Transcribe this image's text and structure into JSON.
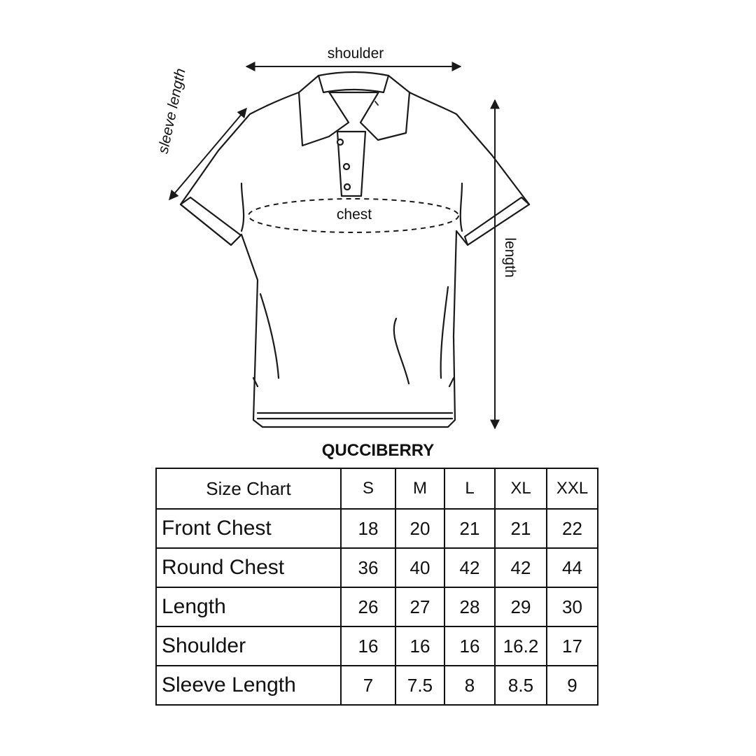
{
  "diagram": {
    "labels": {
      "shoulder": "shoulder",
      "sleeve_length": "sleeve length",
      "chest": "chest",
      "length": "length"
    },
    "line_color": "#1a1a1a"
  },
  "brand": "QUCCIBERRY",
  "size_chart": {
    "corner": "Size Chart",
    "sizes": [
      "S",
      "M",
      "L",
      "XL",
      "XXL"
    ],
    "rows": [
      {
        "label": "Front Chest",
        "values": [
          "18",
          "20",
          "21",
          "21",
          "22"
        ]
      },
      {
        "label": "Round Chest",
        "values": [
          "36",
          "40",
          "42",
          "42",
          "44"
        ]
      },
      {
        "label": "Length",
        "values": [
          "26",
          "27",
          "28",
          "29",
          "30"
        ]
      },
      {
        "label": "Shoulder",
        "values": [
          "16",
          "16",
          "16",
          "16.2",
          "17"
        ]
      },
      {
        "label": "Sleeve Length",
        "values": [
          "7",
          "7.5",
          "8",
          "8.5",
          "9"
        ]
      }
    ]
  }
}
